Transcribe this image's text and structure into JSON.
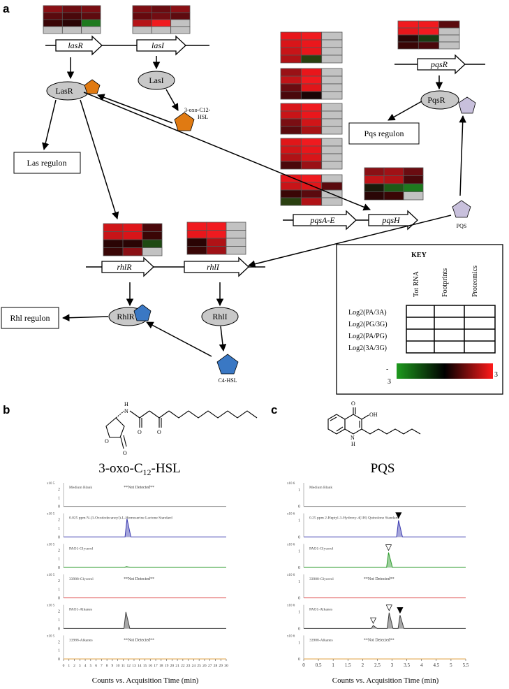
{
  "panels": {
    "a": "a",
    "b": "b",
    "c": "c"
  },
  "colors": {
    "red": "#e8141b",
    "bright_red": "#ff1a1a",
    "dark_red": "#6b0f12",
    "green": "#1e8a1e",
    "black": "#1a0606",
    "grey": "#c2c2c2",
    "lasr_orange": "#e07a12",
    "rhlr_blue": "#3a78c4",
    "pqs_lilac": "#c8c0dc",
    "ellipse_grey": "#c8c8c8"
  },
  "network": {
    "genes": {
      "lasR": "lasR",
      "lasI": "lasI",
      "pqsR": "pqsR",
      "pqsAE": "pqsA-E",
      "pqsH": "pqsH",
      "rhlR": "rhlR",
      "rhlI": "rhlI"
    },
    "proteins": {
      "LasR": "LasR",
      "LasI": "LasI",
      "PqsR": "PqsR",
      "RhlR": "RhlR",
      "RhlI": "RhlI"
    },
    "signals": {
      "oxo_line1": "3-oxo-C12-",
      "oxo_line2": "HSL",
      "pqs": "PQS",
      "c4": "C4-HSL"
    },
    "regulons": {
      "las": "Las regulon",
      "pqs": "Pqs regulon",
      "rhl": "Rhl regulon"
    }
  },
  "heatmaps": [
    {
      "id": "lasR",
      "cells": [
        [
          "#8a1015",
          "#6e0d12",
          "#7a0e13"
        ],
        [
          "#5a0a0e",
          "#4a080b",
          "#5e0b0f"
        ],
        [
          "#3a0506",
          "#2a0405",
          "#1e7a1e"
        ],
        [
          "#c2c2c2",
          "#c2c2c2",
          "#c2c2c2"
        ]
      ]
    },
    {
      "id": "lasI",
      "cells": [
        [
          "#7e0e13",
          "#6a0c11",
          "#8a1015"
        ],
        [
          "#66090e",
          "#720d12",
          "#5e0b0f"
        ],
        [
          "#b51317",
          "#f01a1f",
          "#c2c2c2"
        ],
        [
          "#c2c2c2",
          "#c2c2c2",
          "#c2c2c2"
        ]
      ]
    },
    {
      "id": "pqsR",
      "cells": [
        [
          "#f01a1f",
          "#f01a1f",
          "#5a0a0e"
        ],
        [
          "#e8161b",
          "#f21a20",
          "#c2c2c2"
        ],
        [
          "#2a0606",
          "#1a3a12",
          "#c2c2c2"
        ],
        [
          "#3a0606",
          "#4a080b",
          "#c2c2c2"
        ]
      ]
    },
    {
      "id": "pqsABCDE_1",
      "cells": [
        [
          "#e8161b",
          "#f01a1f",
          "#c2c2c2"
        ],
        [
          "#d81519",
          "#ea171c",
          "#c2c2c2"
        ],
        [
          "#c81418",
          "#e8161b",
          "#c2c2c2"
        ],
        [
          "#b01216",
          "#2a4010",
          "#c2c2c2"
        ]
      ]
    },
    {
      "id": "pqsABCDE_2",
      "cells": [
        [
          "#9a1116",
          "#e8161b",
          "#c2c2c2"
        ],
        [
          "#c01418",
          "#f01a1f",
          "#c2c2c2"
        ],
        [
          "#6a0c11",
          "#e0161a",
          "#c2c2c2"
        ],
        [
          "#4a080b",
          "#1a0505",
          "#c2c2c2"
        ]
      ]
    },
    {
      "id": "pqsABCDE_3",
      "cells": [
        [
          "#d81519",
          "#f01a1f",
          "#c2c2c2"
        ],
        [
          "#c81418",
          "#ea171c",
          "#c2c2c2"
        ],
        [
          "#7a0e13",
          "#d01518",
          "#c2c2c2"
        ],
        [
          "#5a0a0e",
          "#a81215",
          "#c2c2c2"
        ]
      ]
    },
    {
      "id": "pqsABCDE_4",
      "cells": [
        [
          "#e01619",
          "#f01a1f",
          "#c2c2c2"
        ],
        [
          "#d01518",
          "#e8161b",
          "#c2c2c2"
        ],
        [
          "#b01216",
          "#d81519",
          "#c2c2c2"
        ],
        [
          "#4a080b",
          "#9a1116",
          "#c2c2c2"
        ]
      ]
    },
    {
      "id": "pqsABCDE_5",
      "cells": [
        [
          "#e8161b",
          "#f01a1f",
          "#c2c2c2"
        ],
        [
          "#c81418",
          "#e0161a",
          "#5a0a0e"
        ],
        [
          "#3a0606",
          "#5a0a0e",
          "#c2c2c2"
        ],
        [
          "#2a4010",
          "#b01216",
          "#c2c2c2"
        ]
      ]
    },
    {
      "id": "pqsH",
      "cells": [
        [
          "#8a1015",
          "#a01116",
          "#6a0c11"
        ],
        [
          "#c01418",
          "#b01216",
          "#4a080b"
        ],
        [
          "#1a1a0a",
          "#1e5a16",
          "#1e7a1e"
        ],
        [
          "#2a0606",
          "#3a0606",
          "#c2c2c2"
        ]
      ]
    },
    {
      "id": "rhlR",
      "cells": [
        [
          "#d01518",
          "#e0161a",
          "#4a080b"
        ],
        [
          "#c81418",
          "#d81519",
          "#3a0606"
        ],
        [
          "#2a0404",
          "#2a0404",
          "#1e4a12"
        ],
        [
          "#3a0606",
          "#8a1015",
          "#c2c2c2"
        ]
      ]
    },
    {
      "id": "rhlI",
      "cells": [
        [
          "#f01a1f",
          "#f21a20",
          "#c2c2c2"
        ],
        [
          "#e8161b",
          "#f01a1f",
          "#c2c2c2"
        ],
        [
          "#2a0404",
          "#b01216",
          "#c2c2c2"
        ],
        [
          "#3a0606",
          "#a01116",
          "#c2c2c2"
        ]
      ]
    }
  ],
  "key": {
    "title": "KEY",
    "columns": [
      "Tot RNA",
      "Footprints",
      "Proteomics"
    ],
    "rows": [
      "Log2(PA/3A)",
      "Log2(PG/3G)",
      "Log2(PA/PG)",
      "Log2(3A/3G)"
    ],
    "scale_min_sign": "-",
    "scale_min_value": "3",
    "scale_max": "3"
  },
  "chart_data": [
    {
      "type": "line",
      "title": "3-oxo-C12-HSL",
      "xlabel": "Counts vs. Acquisition Time (min)",
      "xlim": [
        0,
        30
      ],
      "x_ticks": [
        "0",
        "1",
        "2",
        "3",
        "4",
        "5",
        "6",
        "7",
        "8",
        "9",
        "10",
        "11",
        "12",
        "13",
        "14",
        "15",
        "16",
        "17",
        "18",
        "19",
        "20",
        "21",
        "22",
        "23",
        "24",
        "25",
        "26",
        "27",
        "28",
        "29",
        "30"
      ],
      "y_multiplier": "x10",
      "y_exponent": "5",
      "y_ticks": [
        "0",
        "1",
        "2"
      ],
      "traces": [
        {
          "name": "Medium Blank",
          "note": "**Not Detected**",
          "color": "#808080",
          "peaks": []
        },
        {
          "name": "0.025 ppm N-(3-Oxododecanoyl)-L-Homoserine Lactone Standard",
          "note": "",
          "color": "#3a3ab0",
          "peaks": [
            {
              "x": 11.7,
              "y": 2.1
            }
          ]
        },
        {
          "name": "PAO1-Glycerol",
          "note": "",
          "color": "#2a9a2a",
          "peaks": [
            {
              "x": 11.6,
              "y": 0.1
            }
          ]
        },
        {
          "name": "33988-Glycerol",
          "note": "**Not Detected**",
          "color": "#e05050",
          "peaks": []
        },
        {
          "name": "PAO1-Alkanes",
          "note": "",
          "color": "#404040",
          "peaks": [
            {
              "x": 11.5,
              "y": 1.9
            }
          ]
        },
        {
          "name": "33988-Alkanes",
          "note": "**Not Detected**",
          "color": "#e0a040",
          "peaks": []
        }
      ]
    },
    {
      "type": "line",
      "title": "PQS",
      "xlabel": "Counts vs. Acquisition Time (min)",
      "xlim": [
        0,
        5.5
      ],
      "x_ticks": [
        "0",
        "0.5",
        "1",
        "1.5",
        "2",
        "2.5",
        "3",
        "3.5",
        "4",
        "4.5",
        "5",
        "5.5"
      ],
      "y_multiplier": "x10",
      "y_exponent": "6",
      "y_ticks": [
        "0",
        "1"
      ],
      "traces": [
        {
          "name": "Medium Blank",
          "note": "",
          "color": "#808080",
          "peaks": []
        },
        {
          "name": "0.25 ppm 2-Heptyl-3-Hydroxy-4(1H) Quinolone Standard",
          "note": "",
          "color": "#3a3ab0",
          "peaks": [
            {
              "x": 3.22,
              "y": 1.0
            }
          ],
          "markers": [
            {
              "x": 3.22,
              "filled": true
            }
          ]
        },
        {
          "name": "PAO1-Glycerol",
          "note": "",
          "color": "#2a9a2a",
          "peaks": [
            {
              "x": 2.88,
              "y": 0.9
            }
          ],
          "markers": [
            {
              "x": 2.88,
              "filled": false
            }
          ]
        },
        {
          "name": "33988-Glycerol",
          "note": "**Not Detected**",
          "color": "#e05050",
          "peaks": []
        },
        {
          "name": "PAO1-Alkanes",
          "note": "",
          "color": "#404040",
          "peaks": [
            {
              "x": 2.36,
              "y": 0.18
            },
            {
              "x": 2.9,
              "y": 0.95
            },
            {
              "x": 3.27,
              "y": 0.8
            }
          ],
          "markers": [
            {
              "x": 2.36,
              "filled": false
            },
            {
              "x": 2.9,
              "filled": false
            },
            {
              "x": 3.27,
              "filled": true
            }
          ]
        },
        {
          "name": "33988-Alkanes",
          "note": "**Not Detected**",
          "color": "#e0a040",
          "peaks": []
        }
      ]
    }
  ],
  "structures": {
    "hsl": {
      "nh": "H",
      "n": "N",
      "o": "O"
    },
    "pqs": {
      "o": "O",
      "oh": "OH",
      "nh_h": "H",
      "nh_n": "N"
    }
  }
}
